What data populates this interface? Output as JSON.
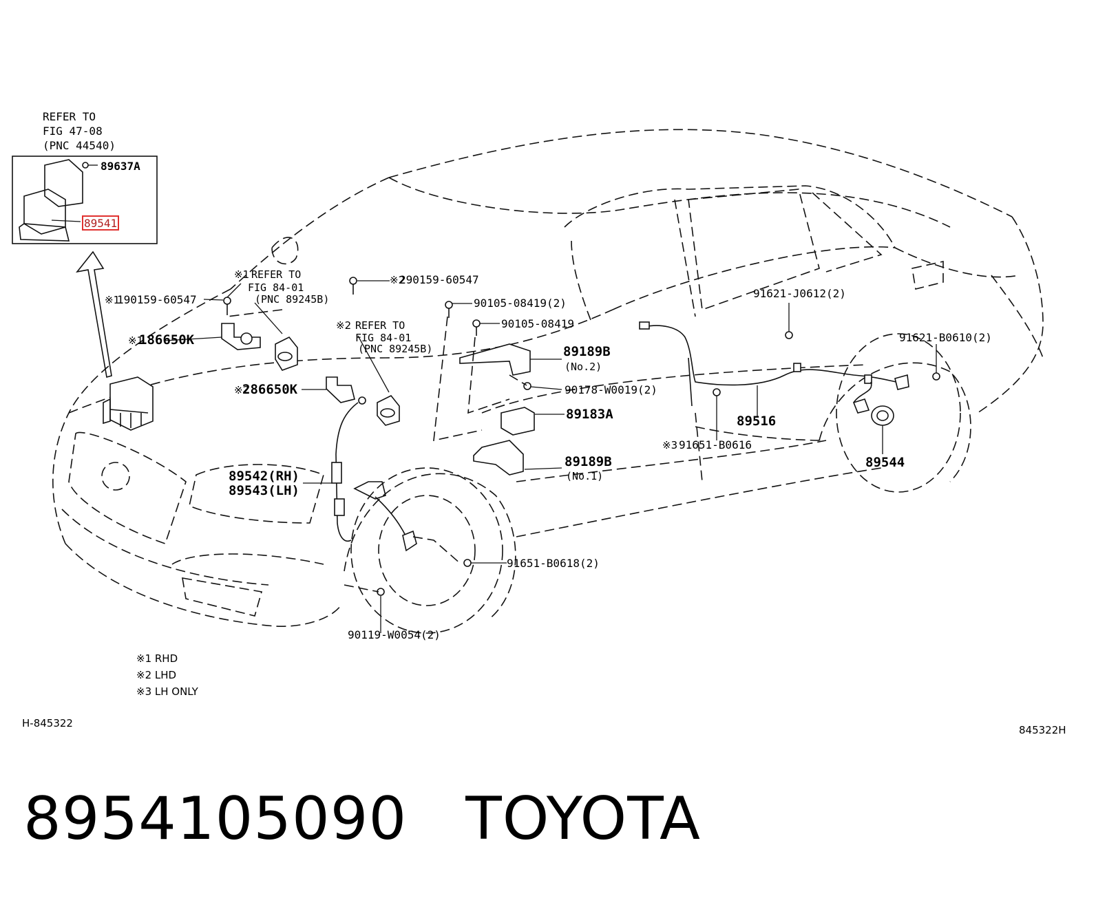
{
  "inset": {
    "refer_line1": "REFER TO",
    "refer_line2": "FIG 47-08",
    "refer_line3": "(PNC 44540)",
    "part_top": "89637A",
    "part_highlight": "89541",
    "highlight_color": "#e0302e"
  },
  "callouts": {
    "refer1_a": "REFER TO",
    "refer1_b": "FIG 84-01",
    "refer1_c": "(PNC 89245B)",
    "refer2_a": "REFER TO",
    "refer2_b": "FIG 84-01",
    "refer2_c": "(PNC 89245B)",
    "bolt_rhd": "190159-60547",
    "bolt_lhd": "290159-60547",
    "sensor_rhd": "186650K",
    "sensor_lhd": "286650K",
    "p90105a": "90105-08419(2)",
    "p90105b": "90105-08419",
    "p89189b_top": "89189B",
    "p89189b_top_sub": "(No.2)",
    "p90178": "90178-W0019(2)",
    "p89183a": "89183A",
    "p89189b_bot": "89189B",
    "p89189b_bot_sub": "(No.1)",
    "p89542": "89542(RH)",
    "p89543": "89543(LH)",
    "p91651_618": "91651-B0618(2)",
    "p90119": "90119-W0054(2)",
    "p91621_j": "91621-J0612(2)",
    "p91621_b": "91621-B0610(2)",
    "p89516": "89516",
    "p91651_616": "91651-B0616",
    "p89544": "89544"
  },
  "marks": {
    "m1": "※1",
    "m2": "※2",
    "m3": "※3"
  },
  "notes": [
    "※1 RHD",
    "※2 LHD",
    "※3 LH ONLY"
  ],
  "codes": {
    "left": "H-845322",
    "right": "845322H"
  },
  "footer": {
    "part_number": "8954105090",
    "brand": "TOYOTA"
  }
}
